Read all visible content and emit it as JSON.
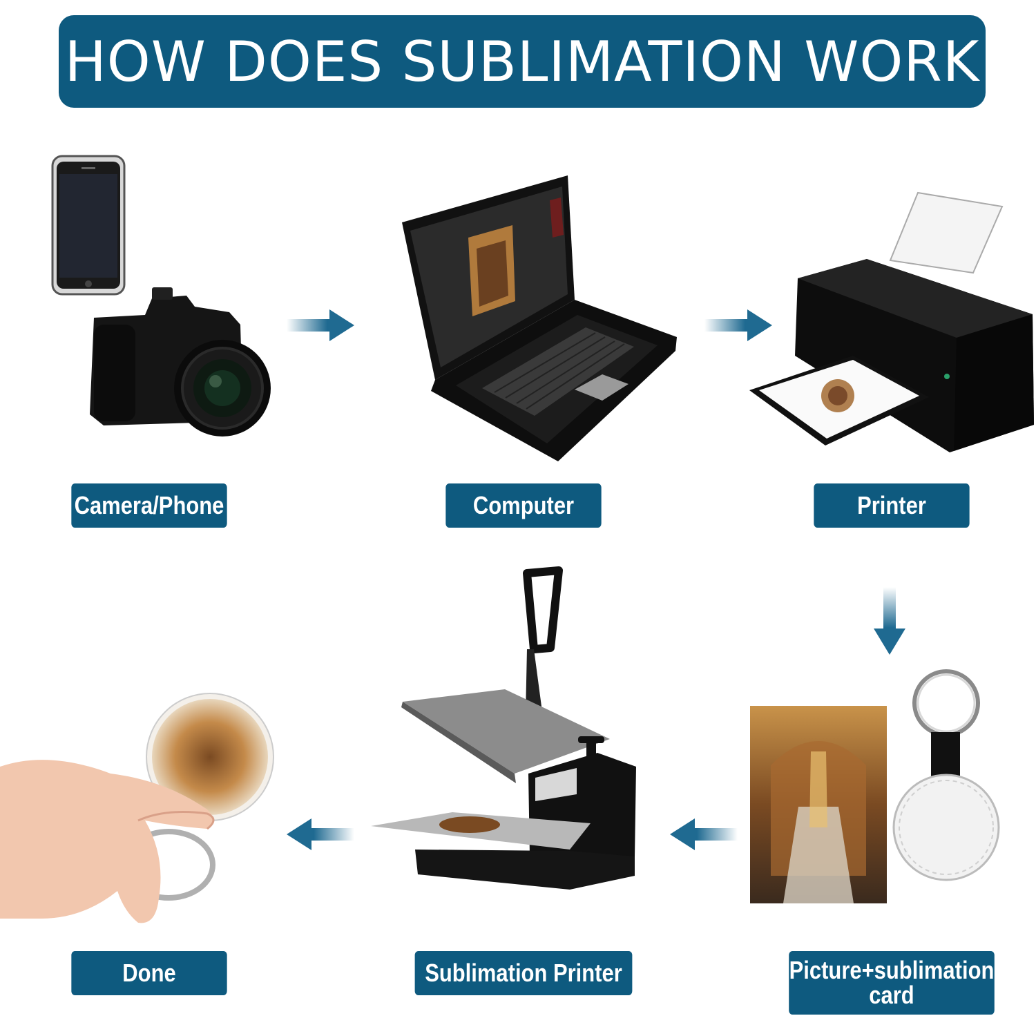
{
  "title": "HOW DOES SUBLIMATION WORK",
  "colors": {
    "accent": "#0e5a7f",
    "arrow": "#1f6a91"
  },
  "steps": [
    {
      "label": "Camera/Phone",
      "icon": "camera-phone-icon"
    },
    {
      "label": "Computer",
      "icon": "laptop-icon"
    },
    {
      "label": "Printer",
      "icon": "printer-icon"
    },
    {
      "label": "Picture+sublimation card",
      "icon": "picture-keychain-icon"
    },
    {
      "label": "Sublimation Printer",
      "icon": "heat-press-icon"
    },
    {
      "label": "Done",
      "icon": "hand-keychain-icon"
    }
  ]
}
